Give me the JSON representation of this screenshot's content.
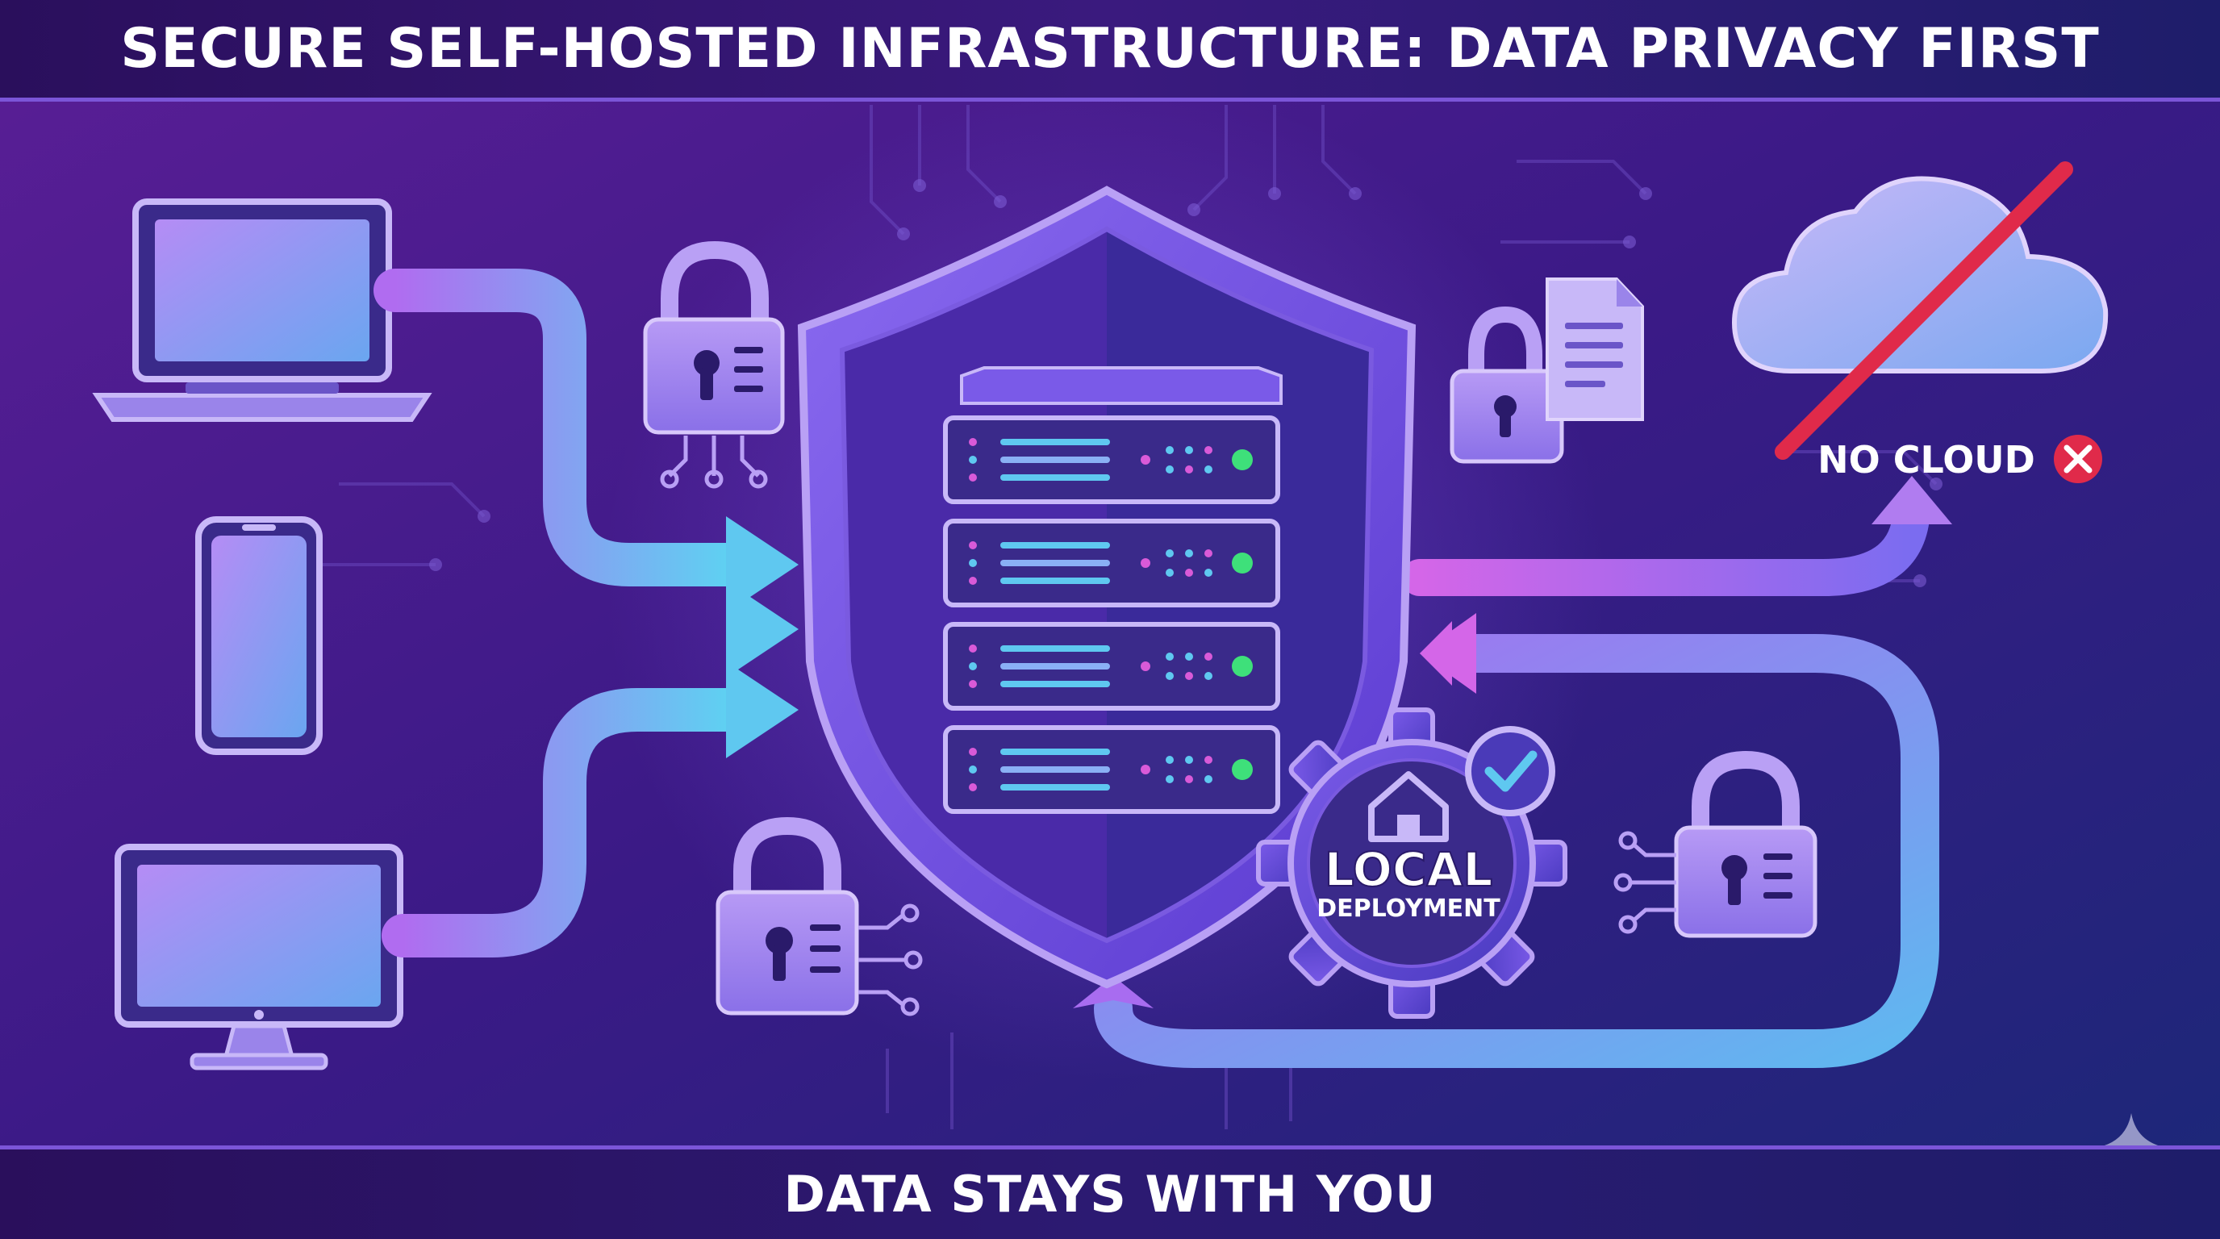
{
  "header": {
    "title": "SECURE SELF-HOSTED INFRASTRUCTURE: DATA PRIVACY FIRST"
  },
  "footer": {
    "caption": "DATA STAYS WITH YOU"
  },
  "cloud": {
    "label": "NO CLOUD"
  },
  "local_badge": {
    "line1": "LOCAL",
    "line2": "DEPLOYMENT"
  },
  "icons": {
    "devices": [
      "laptop-icon",
      "smartphone-icon",
      "desktop-monitor-icon"
    ],
    "center": [
      "shield-icon",
      "server-rack-icon"
    ],
    "security": [
      "padlock-icon",
      "document-icon",
      "gear-icon",
      "home-icon",
      "check-icon",
      "cloud-icon",
      "x-mark-icon"
    ]
  },
  "colors": {
    "background_left": "#4a1b8a",
    "background_right": "#1d2a7a",
    "accent_cyan": "#5fc8f0",
    "accent_purple": "#a06cf0",
    "accent_magenta": "#d95ad8",
    "status_green": "#3ee07a",
    "alert_red": "#e02a4a"
  }
}
